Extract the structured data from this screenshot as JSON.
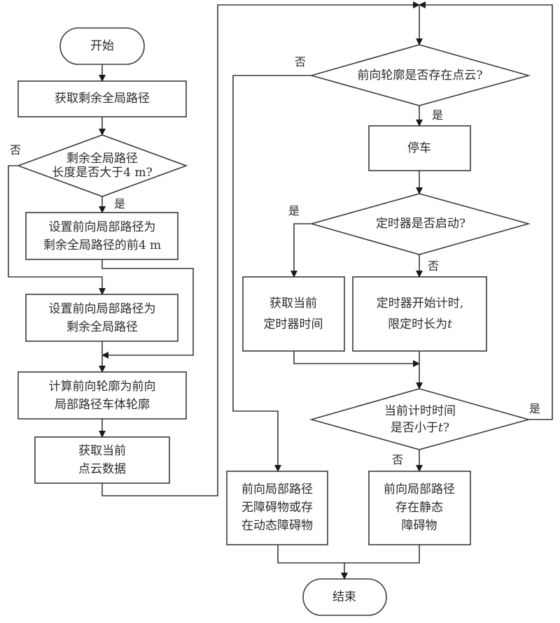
{
  "diagram": {
    "type": "flowchart",
    "nodes": {
      "start": {
        "kind": "terminal",
        "text": [
          "开始"
        ]
      },
      "get_remaining": {
        "kind": "process",
        "text": [
          "获取剩余全局路径"
        ]
      },
      "length_check": {
        "kind": "decision",
        "text": [
          "剩余全局路径",
          "长度是否大于4 m?"
        ]
      },
      "set_first4m": {
        "kind": "process",
        "text": [
          "设置前向局部路径为",
          "剩余全局路径的前4 m"
        ]
      },
      "set_remaining": {
        "kind": "process",
        "text": [
          "设置前向局部路径为",
          "剩余全局路径"
        ]
      },
      "compute_contour": {
        "kind": "process",
        "text": [
          "计算前向轮廓为前向",
          "局部路径车体轮廓"
        ]
      },
      "get_pointcloud": {
        "kind": "process",
        "text": [
          "获取当前",
          "点云数据"
        ]
      },
      "cloud_check": {
        "kind": "decision",
        "text": [
          "前向轮廓是否存在点云?"
        ]
      },
      "stop": {
        "kind": "process",
        "text": [
          "停车"
        ]
      },
      "timer_check": {
        "kind": "decision",
        "text": [
          "定时器是否启动?"
        ]
      },
      "get_timer": {
        "kind": "process",
        "text": [
          "获取当前",
          "定时器时间"
        ]
      },
      "start_timer": {
        "kind": "process",
        "text": [
          "定时器开始计时,",
          "限定时长为t"
        ]
      },
      "time_check": {
        "kind": "decision",
        "text": [
          "当前计时时间",
          "是否小于t?"
        ]
      },
      "no_obstacle": {
        "kind": "process",
        "text": [
          "前向局部路径",
          "无障碍物或存",
          "在动态障碍物"
        ]
      },
      "static_obstacle": {
        "kind": "process",
        "text": [
          "前向局部路径",
          "存在静态",
          "障碍物"
        ]
      },
      "end": {
        "kind": "terminal",
        "text": [
          "结束"
        ]
      }
    },
    "branch_labels": {
      "length_no": "否",
      "length_yes": "是",
      "cloud_no": "否",
      "cloud_yes": "是",
      "timer_yes": "是",
      "timer_no": "否",
      "time_yes": "是",
      "time_no": "否"
    },
    "edges": [
      {
        "from": "start",
        "to": "get_remaining"
      },
      {
        "from": "get_remaining",
        "to": "length_check"
      },
      {
        "from": "length_check",
        "to": "set_first4m",
        "label": "是"
      },
      {
        "from": "length_check",
        "to": "set_remaining",
        "label": "否"
      },
      {
        "from": "set_first4m",
        "to": "compute_contour"
      },
      {
        "from": "set_remaining",
        "to": "compute_contour"
      },
      {
        "from": "compute_contour",
        "to": "get_pointcloud"
      },
      {
        "from": "get_pointcloud",
        "to": "cloud_check"
      },
      {
        "from": "cloud_check",
        "to": "stop",
        "label": "是"
      },
      {
        "from": "cloud_check",
        "to": "no_obstacle",
        "label": "否"
      },
      {
        "from": "stop",
        "to": "timer_check"
      },
      {
        "from": "timer_check",
        "to": "get_timer",
        "label": "是"
      },
      {
        "from": "timer_check",
        "to": "start_timer",
        "label": "否"
      },
      {
        "from": "get_timer",
        "to": "time_check"
      },
      {
        "from": "start_timer",
        "to": "time_check"
      },
      {
        "from": "time_check",
        "to": "cloud_check",
        "label": "是"
      },
      {
        "from": "time_check",
        "to": "static_obstacle",
        "label": "否"
      },
      {
        "from": "no_obstacle",
        "to": "end"
      },
      {
        "from": "static_obstacle",
        "to": "end"
      }
    ]
  }
}
